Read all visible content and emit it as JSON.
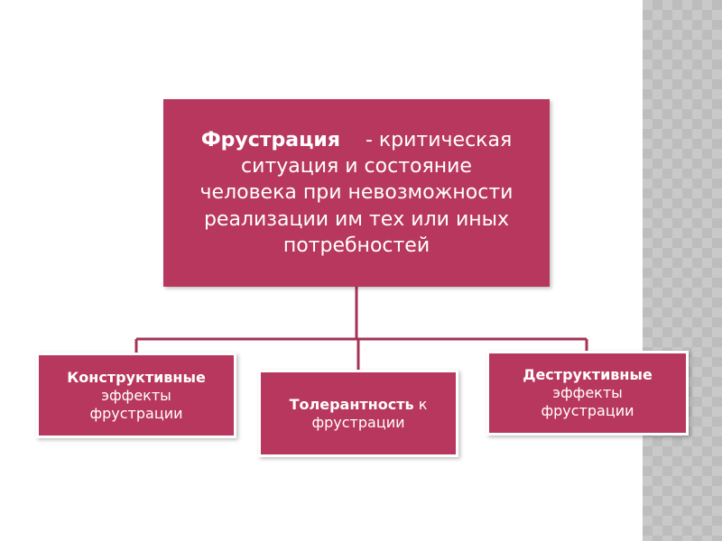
{
  "diagram": {
    "main": {
      "term": "Фрустрация",
      "definition_lines": [
        "- критическая",
        "ситуация и состояние",
        "человека при невозможности",
        "реализации им тех или иных",
        "потребностей"
      ]
    },
    "children": {
      "constructive": {
        "bold": "Конструктивные",
        "rest_1": "эффекты",
        "rest_2": "фрустрации"
      },
      "tolerance": {
        "bold": "Толерантность",
        "rest_1": " к",
        "rest_2": "фрустрации"
      },
      "destructive": {
        "bold": "Деструктивные",
        "rest_1": "эффекты",
        "rest_2": "фрустрации"
      }
    },
    "colors": {
      "box_fill": "#b8375f",
      "connector": "#a33455",
      "text": "#ffffff"
    }
  }
}
